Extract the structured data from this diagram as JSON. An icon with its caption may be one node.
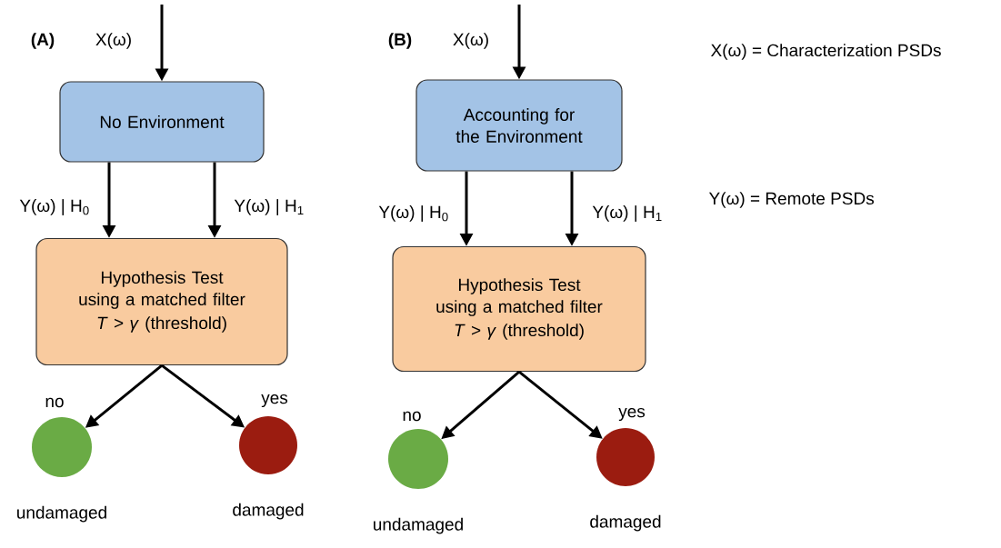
{
  "diagram": {
    "nodes": [
      {
        "text": [
          "No Environment"
        ]
      },
      {
        "text": [
          "Hypothesis Test using a matched filter",
          "*T* > *γ* (threshold)"
        ]
      },
      {
        "text": [],
        "shape": "circle",
        "beside": [
          "undamaged"
        ]
      },
      {
        "text": [],
        "shape": "circle",
        "beside": [
          "damaged"
        ]
      },
      {
        "text": [
          "Accounting for the Environment"
        ]
      },
      {
        "text": [
          "Hypothesis Test using a matched filter",
          "*T* > *γ* (threshold)"
        ]
      },
      {
        "text": [],
        "shape": "circle",
        "beside": [
          "undamaged"
        ]
      },
      {
        "text": [],
        "shape": "circle",
        "beside": [
          "damaged"
        ]
      }
    ],
    "edges": [
      {
        "from": null,
        "to": 0,
        "arrow": "to",
        "label": "X(ω)"
      },
      {
        "from": 0,
        "to": 1,
        "arrow": "to",
        "label": "Y(ω) | H$_{0}$"
      },
      {
        "from": 0,
        "to": 1,
        "arrow": "to",
        "label": "Y(ω) | H$_{1}$"
      },
      {
        "from": 1,
        "to": 2,
        "arrow": "to",
        "label": "no"
      },
      {
        "from": 1,
        "to": 3,
        "arrow": "to",
        "label": "yes"
      },
      {
        "from": null,
        "to": 4,
        "arrow": "to",
        "label": "X(ω)"
      },
      {
        "from": 4,
        "to": 5,
        "arrow": "to",
        "label": "Y(ω) | H$_{0}$"
      },
      {
        "from": 4,
        "to": 5,
        "arrow": "to",
        "label": "Y(ω) | H$_{1}$"
      },
      {
        "from": 5,
        "to": 6,
        "arrow": "to",
        "label": "no"
      },
      {
        "from": 5,
        "to": 7,
        "arrow": "to",
        "label": "yes"
      }
    ],
    "labels": [
      "(A)",
      "(B)",
      "X(ω) = Characterization PSDs",
      "Y(ω) = Remote PSDs"
    ]
  }
}
